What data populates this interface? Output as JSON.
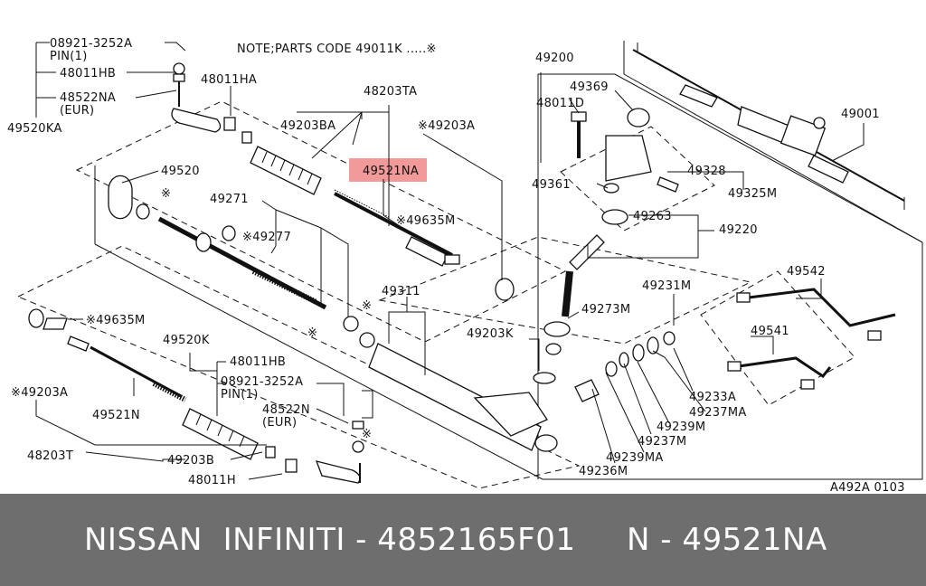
{
  "diagram": {
    "note": "NOTE;PARTS CODE 49011K .....※",
    "code_ref": "A492A 0103",
    "highlight_color": "#f29a9a",
    "labels": {
      "l1": "08921-3252A",
      "l2": "PIN(1)",
      "l3": "48011HB",
      "l4": "48522NA",
      "l5": "(EUR)",
      "l6": "49520KA",
      "l7": "48011HA",
      "l8": "48203TA",
      "l9": "49203BA",
      "l10": "※49203A",
      "l11": "49521NA",
      "l12": "49520",
      "l13": "※",
      "l14": "49271",
      "l15": "※49277",
      "l16": "※49635M",
      "l17": "49200",
      "l18": "49369",
      "l19": "48011D",
      "l20": "49001",
      "l21": "49328",
      "l22": "49361",
      "l23": "49325M",
      "l24": "49263",
      "l25": "49220",
      "l26": "49542",
      "l27": "49231M",
      "l28": "49311",
      "l29": "49273M",
      "l30": "49203K",
      "l31": "49541",
      "l32": "※49635M",
      "l33": "49520K",
      "l34": "48011HB",
      "l35": "08921-3252A",
      "l36": "PIN(1)",
      "l37": "48522N",
      "l38": "(EUR)",
      "l39": "※49203A",
      "l40": "49521N",
      "l41": "48203T",
      "l42": "49203B",
      "l43": "48011H",
      "l44": "49233A",
      "l45": "49237MA",
      "l46": "49239M",
      "l47": "49237M",
      "l48": "49239MA",
      "l49": "49236M",
      "l50": "※",
      "l51": "※",
      "l52": "※"
    }
  },
  "footer": {
    "text": "NISSAN  INFINITI - 4852165F01     N - 49521NA"
  }
}
